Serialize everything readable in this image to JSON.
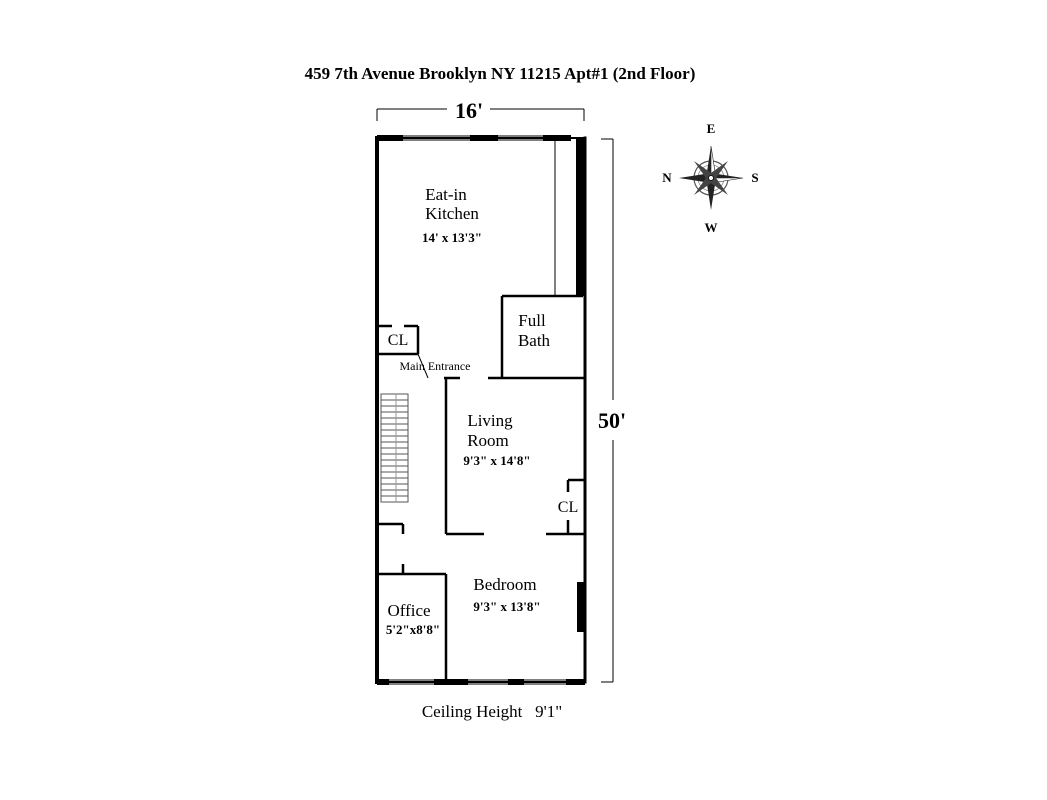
{
  "title": "459 7th Avenue Brooklyn NY 11215 Apt#1 (2nd Floor)",
  "dimensions": {
    "width": "16'",
    "length": "50'"
  },
  "compass": {
    "top": "E",
    "left": "N",
    "right": "S",
    "bottom": "W"
  },
  "rooms": {
    "kitchen": {
      "name_line1": "Eat-in",
      "name_line2": "Kitchen",
      "size": "14' x 13'3\""
    },
    "bath": {
      "name_line1": "Full",
      "name_line2": "Bath"
    },
    "closet_top": {
      "name": "CL"
    },
    "entrance": {
      "name": "Main Entrance"
    },
    "living": {
      "name_line1": "Living",
      "name_line2": "Room",
      "size": "9'3\" x 14'8\""
    },
    "closet_right": {
      "name": "CL"
    },
    "bedroom": {
      "name": "Bedroom",
      "size": "9'3\" x 13'8\""
    },
    "office": {
      "name": "Office",
      "size": "5'2\"x8'8\""
    }
  },
  "ceiling": "Ceiling Height   9'1\""
}
